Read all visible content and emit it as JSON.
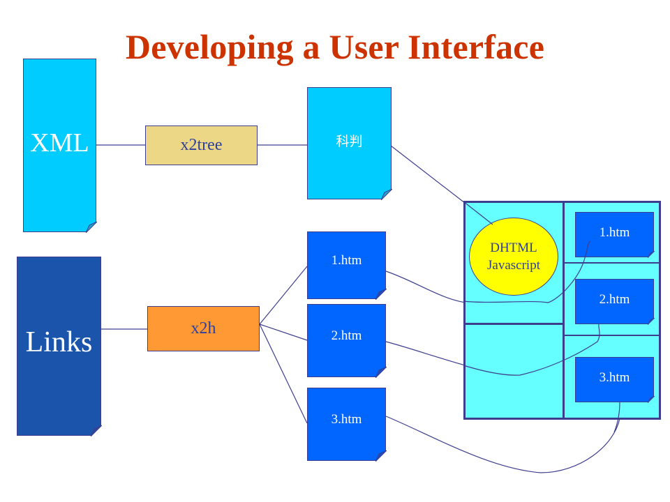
{
  "title": "Developing a User Interface",
  "colors": {
    "title": "#cc3300",
    "xml_doc": "#00ccff",
    "links_doc": "#1b55ab",
    "x2tree_box": "#ebd785",
    "x2h_box": "#ff9933",
    "tree_doc": "#00ccff",
    "htm_doc": "#0066ff",
    "frameset": "#66ffff",
    "dhtml_ellipse": "#ffff00",
    "line": "#3d3d8f"
  },
  "sources": {
    "xml": "XML",
    "links": "Links"
  },
  "processors": {
    "x2tree": "x2tree",
    "x2h": "x2h"
  },
  "outputs": {
    "tree_doc": "科判",
    "htm_docs": [
      "1.htm",
      "2.htm",
      "3.htm"
    ]
  },
  "frameset": {
    "ellipse_lines": [
      "DHTML",
      "Javascript"
    ],
    "pages": [
      "1.htm",
      "2.htm",
      "3.htm"
    ]
  }
}
